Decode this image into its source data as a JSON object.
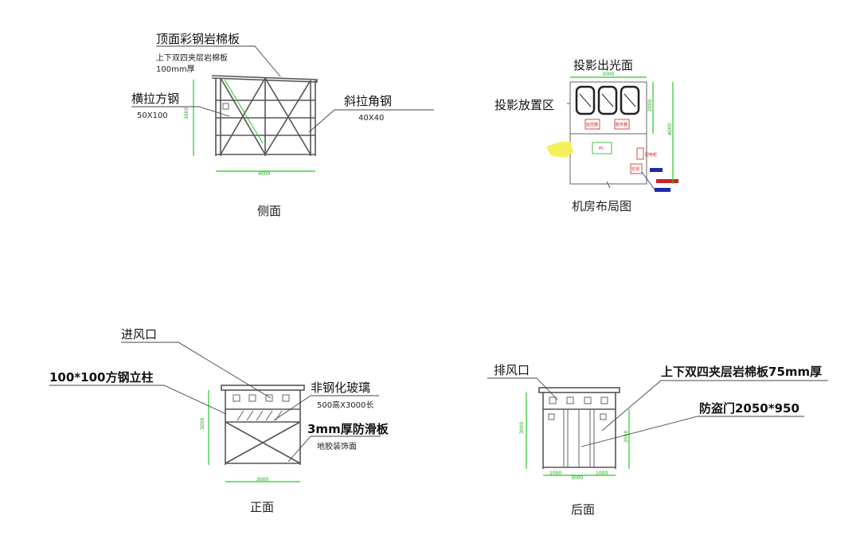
{
  "side": {
    "title": "侧面",
    "roof_label": "顶面彩钢岩棉板",
    "roof_sub1": "上下双四夹层岩棉板",
    "roof_sub2": "100mm厚",
    "beam_label": "横拉方钢",
    "beam_sub": "50X100",
    "brace_label": "斜拉角钢",
    "brace_sub": "40X40",
    "dim_width": "4000",
    "dim_height": "3000"
  },
  "plan": {
    "title": "机房布局图",
    "light_label": "投影出光面",
    "zone_label": "投影放置区",
    "dim_top": "3000",
    "dim_right1": "2000",
    "dim_right2": "4000",
    "box1": "监控器",
    "box2": "服务器",
    "box3": "配电柜",
    "box4": "空调",
    "box5": "PC"
  },
  "front": {
    "title": "正面",
    "vent_label": "进风口",
    "column_label": "100*100方钢立柱",
    "glass_label": "非钢化玻璃",
    "glass_sub": "500高X3000长",
    "plate_label": "3mm厚防滑板",
    "plate_sub": "地胶装饰面",
    "dim_width": "3000",
    "dim_height": "3000"
  },
  "back": {
    "title": "后面",
    "exhaust_label": "排风口",
    "panel_label": "上下双四夹层岩棉板75mm厚",
    "door_label": "防盗门2050*950",
    "dim_left": "1000",
    "dim_mid": "3000",
    "dim_right": "1000",
    "dim_height": "3000",
    "dim_height2": "2050"
  },
  "colors": {
    "frame": "#555555",
    "dimension": "#22cc22",
    "equipment": "#cc2222",
    "ac_blue": "#1a2aa8",
    "projector_yellow": "#f5ef5a"
  }
}
